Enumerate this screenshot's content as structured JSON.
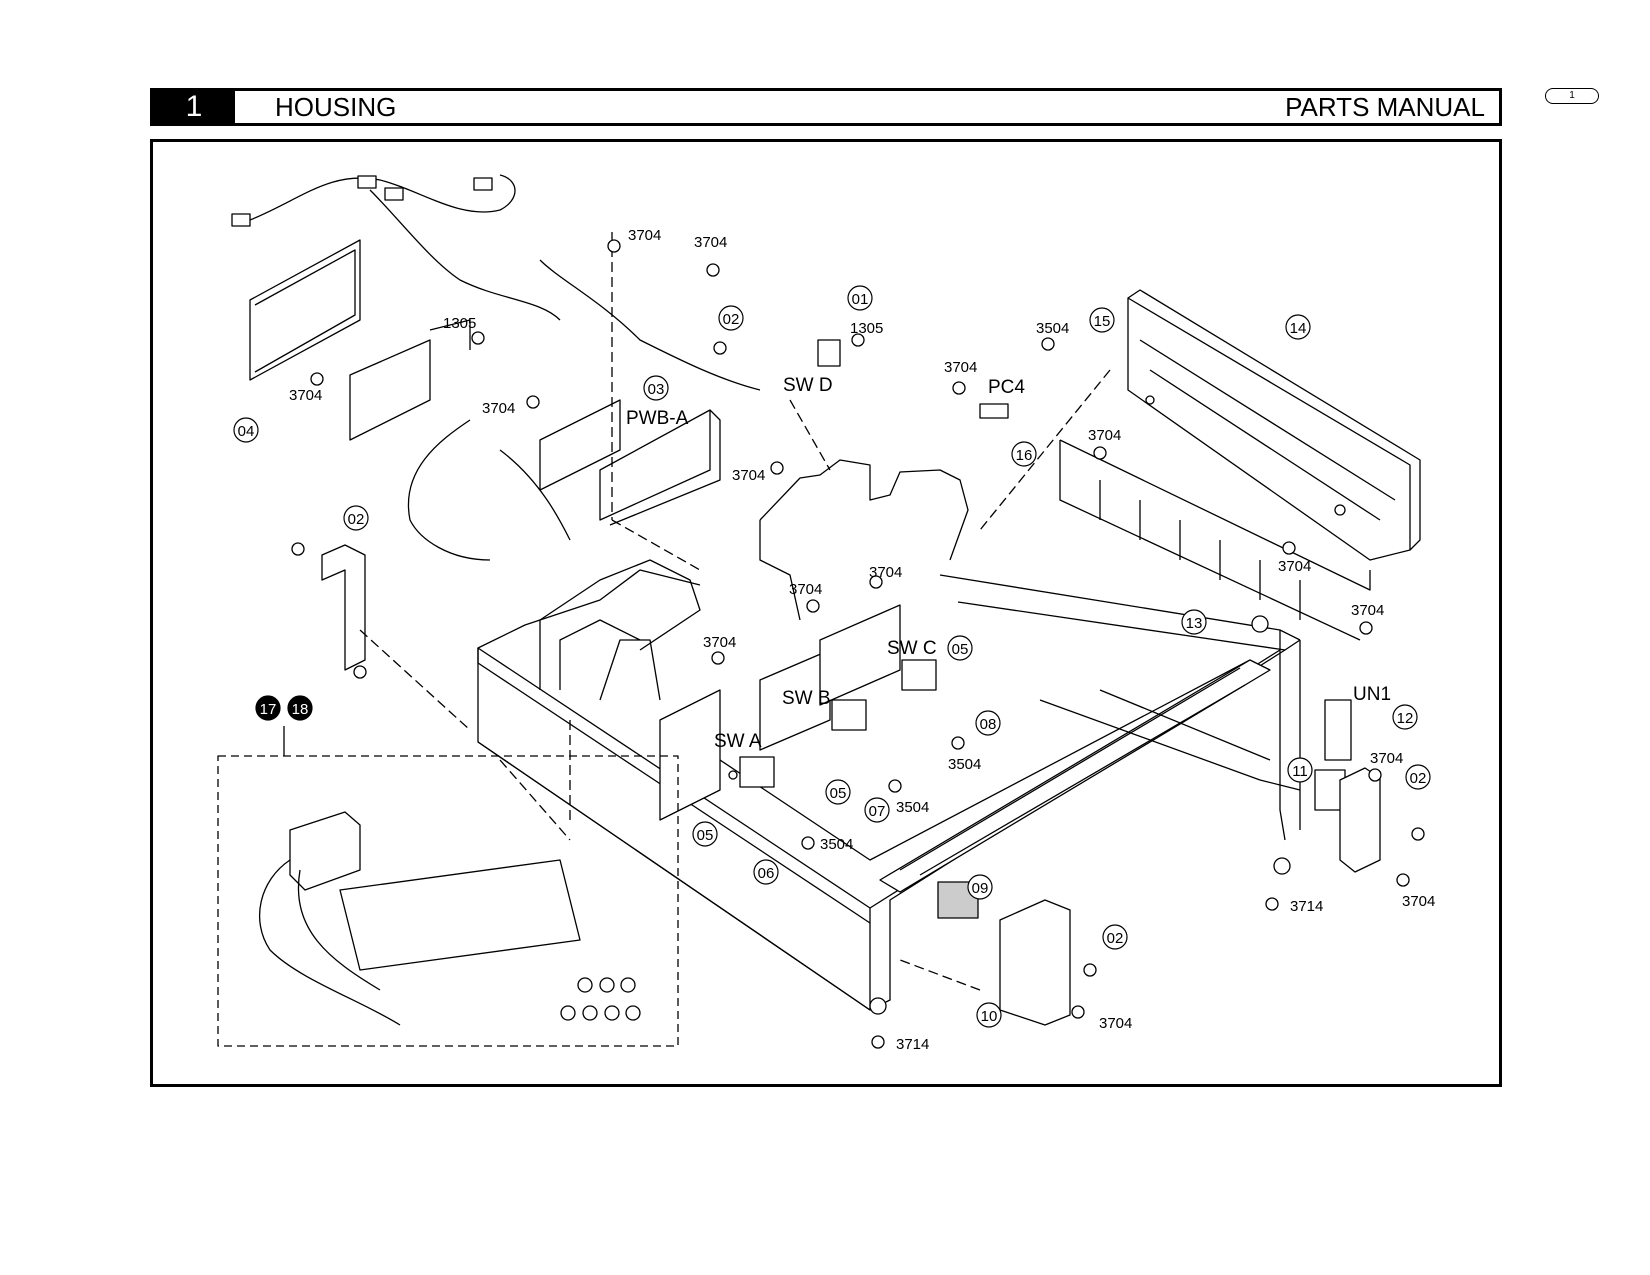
{
  "header": {
    "section_number": "1",
    "section_title": "HOUSING",
    "manual_label": "PARTS MANUAL"
  },
  "page_tab": "1",
  "diagram": {
    "callouts": {
      "c01": "01",
      "c02a": "02",
      "c02b": "02",
      "c02c": "02",
      "c02d": "02",
      "c03": "03",
      "c04": "04",
      "c05a": "05",
      "c05b": "05",
      "c05c": "05",
      "c06": "06",
      "c07": "07",
      "c08": "08",
      "c09": "09",
      "c10": "10",
      "c11": "11",
      "c12": "12",
      "c13": "13",
      "c14": "14",
      "c15": "15",
      "c16": "16",
      "c17": "17",
      "c18": "18"
    },
    "screw_labels": {
      "s1": "3704",
      "s2": "3704",
      "s3": "1305",
      "s4": "1305",
      "s5": "3704",
      "s6": "3704",
      "s7": "3704",
      "s8": "3504",
      "s9": "3704",
      "s10": "3704",
      "s11": "3704",
      "s12": "3704",
      "s13": "3704",
      "s14": "3704",
      "s15": "3704",
      "s16": "3504",
      "s17": "3504",
      "s18": "3504",
      "s19": "3704",
      "s20": "3704",
      "s21": "3714",
      "s22": "3714",
      "s23": "3704"
    },
    "component_labels": {
      "pwb_a": "PWB-A",
      "sw_a": "SW A",
      "sw_b": "SW B",
      "sw_c": "SW C",
      "sw_d": "SW D",
      "pc4": "PC4",
      "un1": "UN1"
    }
  }
}
